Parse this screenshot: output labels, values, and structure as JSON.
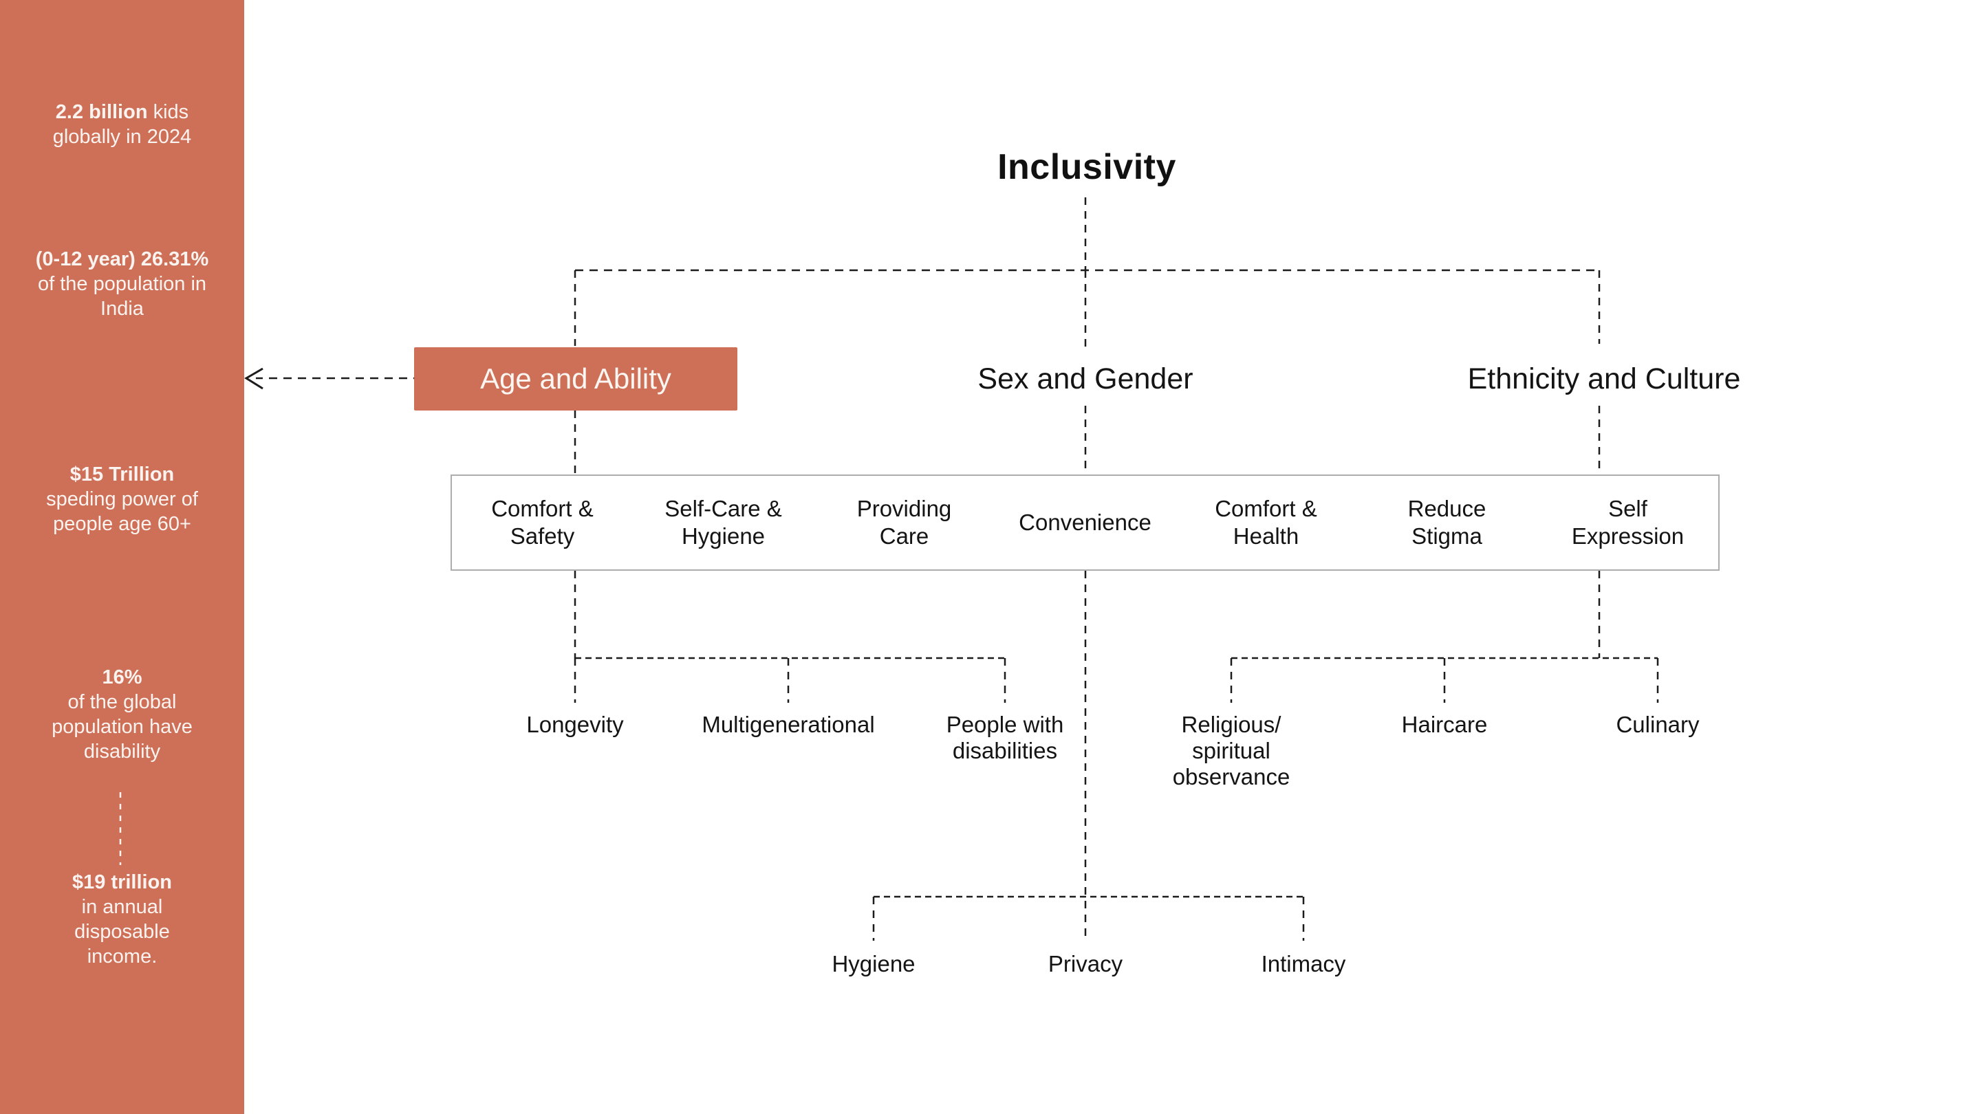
{
  "colors": {
    "accent_terracotta": "#CE7058",
    "connector_line": "#1C1C1C",
    "sidebar_text": "#FAF3EF",
    "needs_box_border": "#ADADAD",
    "main_text": "#141414"
  },
  "sidebar": {
    "stats": [
      {
        "bold": "2.2 billion",
        "rest": " kids\nglobally in 2024"
      },
      {
        "bold": "(0-12 year) 26.31%",
        "rest": "\nof the population in\nIndia"
      },
      {
        "bold": "$15 Trillion",
        "rest": "\nspeding power of\npeople age 60+"
      },
      {
        "bold": "16%",
        "rest": "\nof the global\npopulation have\ndisability"
      },
      {
        "bold": "$19 trillion",
        "rest": "\nin annual\ndisposable\nincome."
      }
    ]
  },
  "tree": {
    "root": "Inclusivity",
    "branches": [
      {
        "label": "Age and Ability",
        "highlighted": true
      },
      {
        "label": "Sex and Gender",
        "highlighted": false
      },
      {
        "label": "Ethnicity and Culture",
        "highlighted": false
      }
    ],
    "needs": [
      "Comfort &\nSafety",
      "Self-Care &\nHygiene",
      "Providing\nCare",
      "Convenience",
      "Comfort &\nHealth",
      "Reduce\nStigma",
      "Self\nExpression"
    ],
    "children_left": [
      "Longevity",
      "Multigenerational",
      "People with\ndisabilities"
    ],
    "children_right": [
      "Religious/\nspiritual\nobservance",
      "Haircare",
      "Culinary"
    ],
    "children_bottom": [
      "Hygiene",
      "Privacy",
      "Intimacy"
    ]
  }
}
